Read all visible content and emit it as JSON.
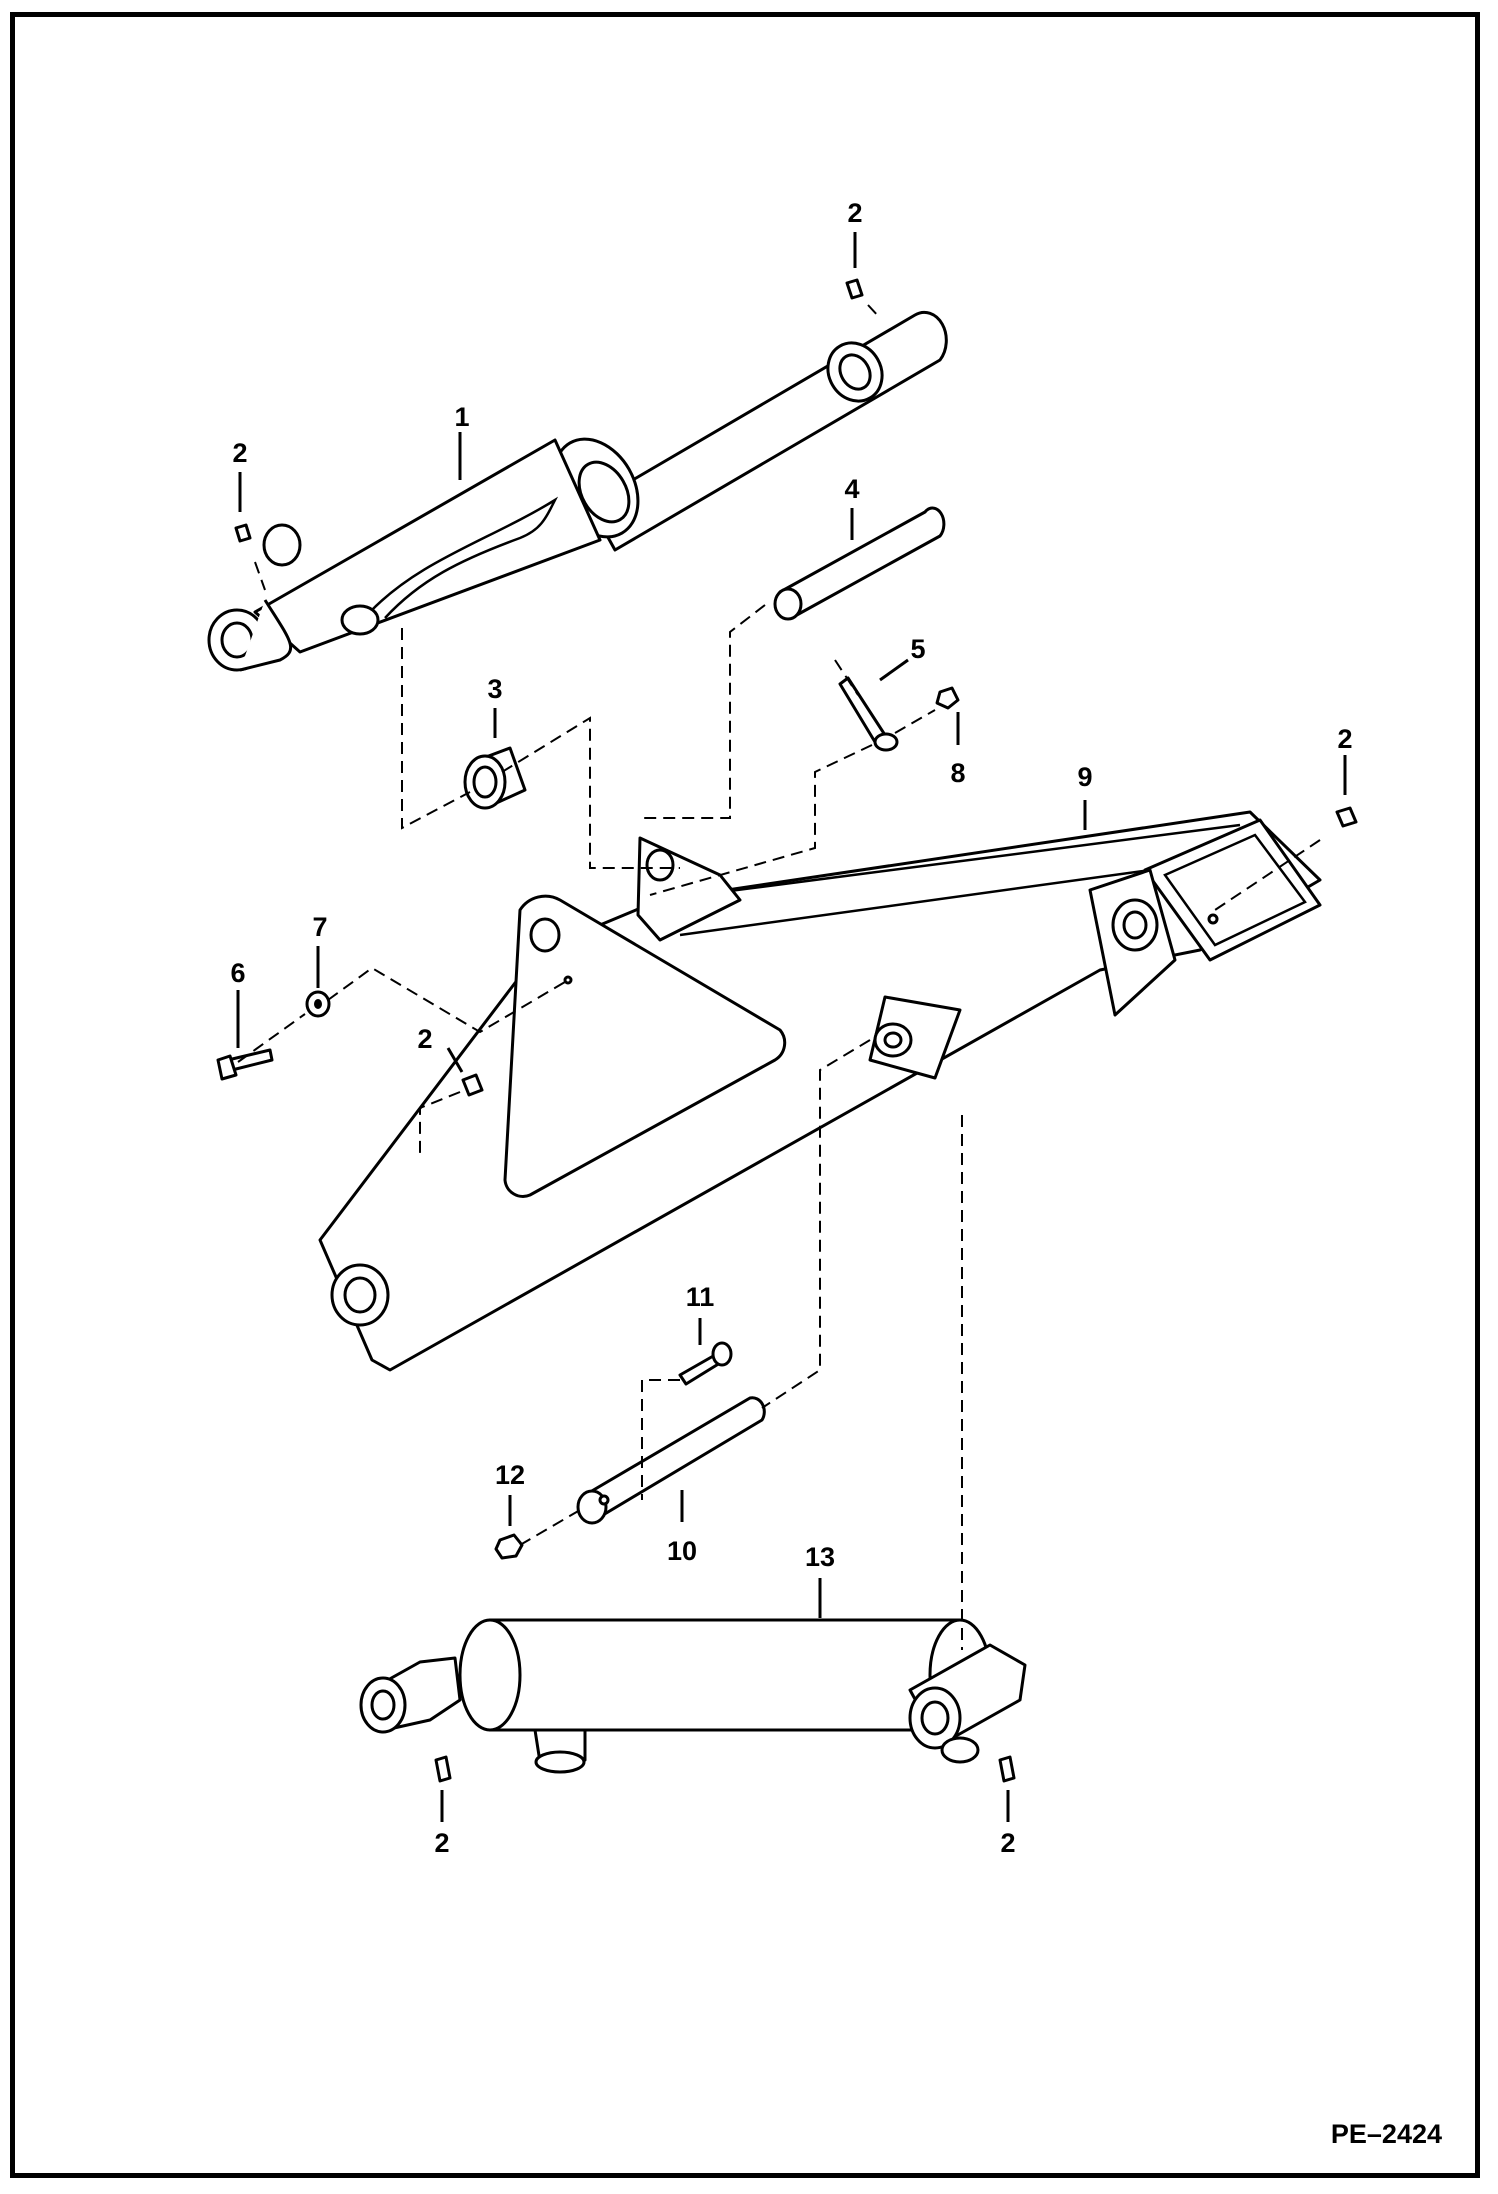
{
  "document_id": "PE–2424",
  "callouts": [
    {
      "id": "c1",
      "text": "1"
    },
    {
      "id": "c2a",
      "text": "2"
    },
    {
      "id": "c2b",
      "text": "2"
    },
    {
      "id": "c2c",
      "text": "2"
    },
    {
      "id": "c2d",
      "text": "2"
    },
    {
      "id": "c2e",
      "text": "2"
    },
    {
      "id": "c2f",
      "text": "2"
    },
    {
      "id": "c3",
      "text": "3"
    },
    {
      "id": "c4",
      "text": "4"
    },
    {
      "id": "c5",
      "text": "5"
    },
    {
      "id": "c6",
      "text": "6"
    },
    {
      "id": "c7",
      "text": "7"
    },
    {
      "id": "c8",
      "text": "8"
    },
    {
      "id": "c9",
      "text": "9"
    },
    {
      "id": "c10",
      "text": "10"
    },
    {
      "id": "c11",
      "text": "11"
    },
    {
      "id": "c12",
      "text": "12"
    },
    {
      "id": "c13",
      "text": "13"
    }
  ]
}
